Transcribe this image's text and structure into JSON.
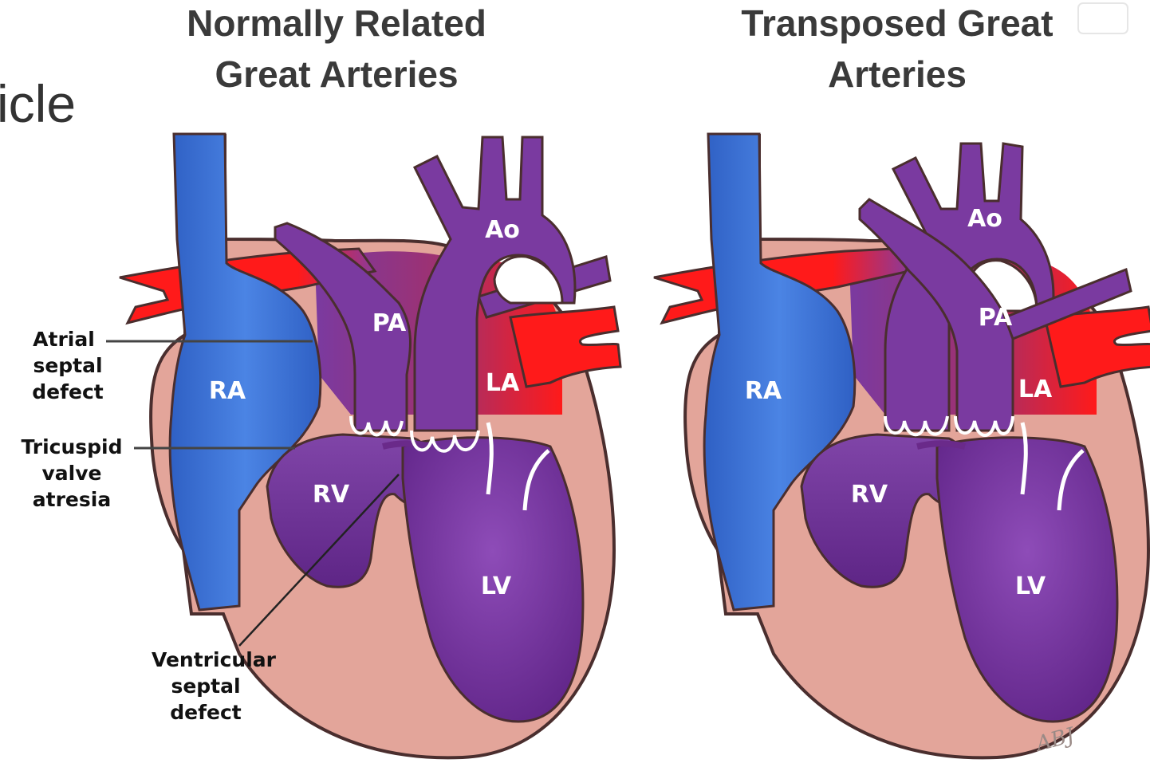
{
  "slide": {
    "title_fragment": "icle"
  },
  "panels": [
    {
      "title_lines": [
        "Normally Related",
        "Great Arteries"
      ],
      "labels": {
        "ra": "RA",
        "rv": "RV",
        "lv": "LV",
        "la": "LA",
        "pa": "PA",
        "ao": "Ao"
      }
    },
    {
      "title_lines": [
        "Transposed Great",
        "Arteries"
      ],
      "labels": {
        "ra": "RA",
        "rv": "RV",
        "lv": "LV",
        "la": "LA",
        "pa": "PA",
        "ao": "Ao"
      }
    }
  ],
  "callouts": {
    "atrial_septal_defect": [
      "Atrial",
      "septal",
      "defect"
    ],
    "tricuspid_valve_atresia": [
      "Tricuspid",
      "valve",
      "atresia"
    ],
    "ventricular_septal_defect": [
      "Ventricular",
      "septal",
      "defect"
    ]
  },
  "colors": {
    "deoxygenated_blue": "#3b72d3",
    "mixed_purple": "#7a3aa0",
    "oxygenated_red": "#ff1a1a",
    "muscle_pink": "#e3a59a",
    "outline": "#4a2e2e"
  },
  "artist_signature": "ABJ"
}
